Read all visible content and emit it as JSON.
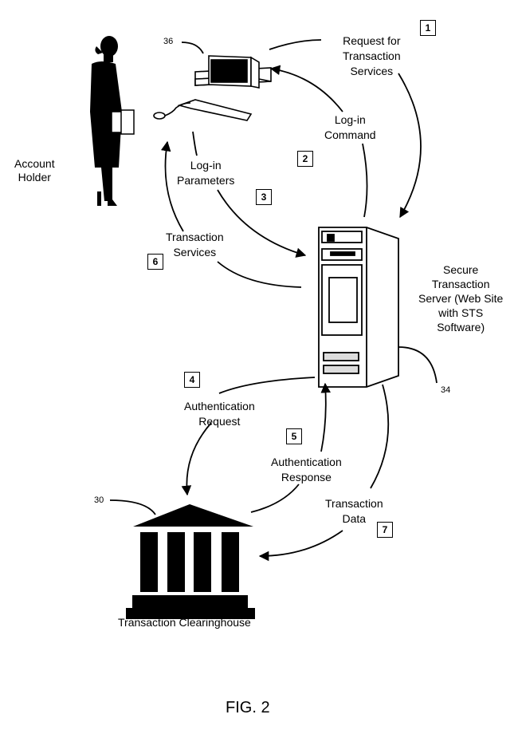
{
  "figure": {
    "caption": "FIG. 2"
  },
  "entities": {
    "account_holder": {
      "label_line1": "Account",
      "label_line2": "Holder"
    },
    "computer": {
      "ref": "36"
    },
    "server": {
      "label_lines": [
        "Secure",
        "Transaction",
        "Server (Web Site",
        "with STS",
        "Software)"
      ],
      "ref": "34"
    },
    "clearinghouse": {
      "label": "Transaction Clearinghouse",
      "ref": "30"
    }
  },
  "flows": [
    {
      "step": "1",
      "line1": "Request for",
      "line2": "Transaction",
      "line3": "Services"
    },
    {
      "step": "2",
      "line1": "Log-in",
      "line2": "Command"
    },
    {
      "step": "3",
      "line1": "Log-in",
      "line2": "Parameters"
    },
    {
      "step": "4",
      "line1": "Authentication",
      "line2": "Request"
    },
    {
      "step": "5",
      "line1": "Authentication",
      "line2": "Response"
    },
    {
      "step": "6",
      "line1": "Transaction",
      "line2": "Services"
    },
    {
      "step": "7",
      "line1": "Transaction",
      "line2": "Data"
    }
  ]
}
